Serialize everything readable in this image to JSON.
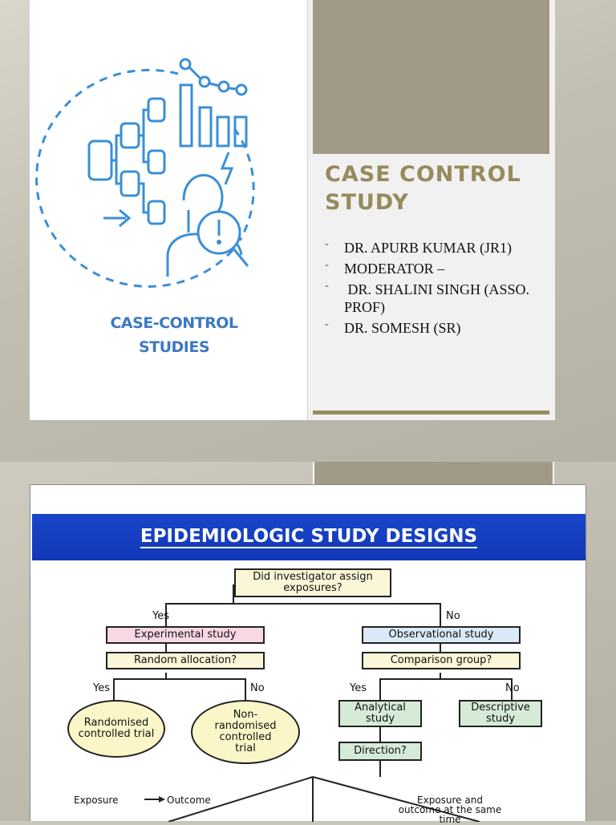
{
  "slide1": {
    "title": "CASE CONTROL STUDY",
    "image_caption_line1": "CASE-CONTROL",
    "image_caption_line2": "STUDIES",
    "bullets": [
      "DR. APURB KUMAR (JR1)",
      "MODERATOR –",
      " DR. SHALINI SINGH (ASSO. PROF)",
      "DR. SOMESH (SR)"
    ],
    "bullet_marker": "-",
    "accent_color": "#978a5c"
  },
  "slide2": {
    "header": "EPIDEMIOLOGIC STUDY DESIGNS",
    "flowchart": {
      "root": "Did investigator assign exposures?",
      "yes": "Yes",
      "no": "No",
      "experimental": "Experimental study",
      "observational": "Observational study",
      "random_allocation": "Random allocation?",
      "comparison_group": "Comparison group?",
      "rct": "Randomised controlled trial",
      "non_rct": "Non-randomised controlled trial",
      "analytical": "Analytical study",
      "descriptive": "Descriptive study",
      "direction": "Direction?",
      "exposure_outcome_left": "Exposure",
      "exposure_outcome_right": "Outcome",
      "same_time": "Exposure and outcome at the same time"
    },
    "header_color": "#1a45c8"
  }
}
